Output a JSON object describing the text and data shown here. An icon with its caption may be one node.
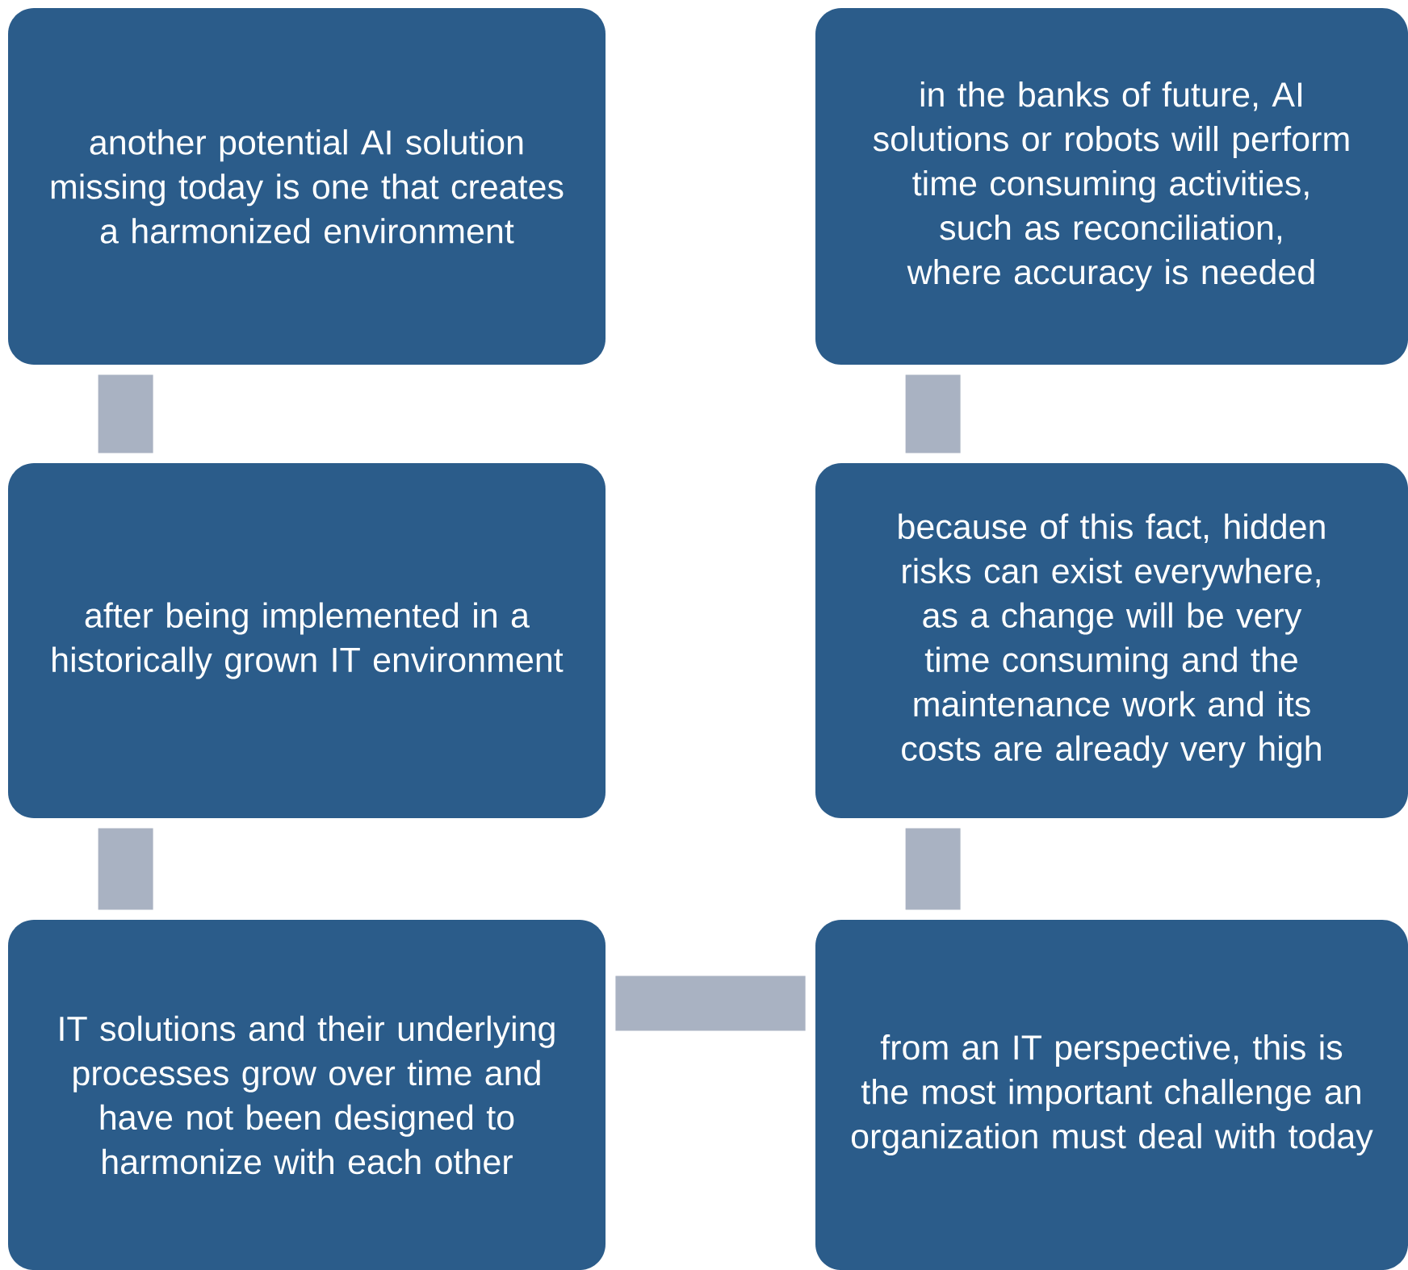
{
  "diagram": {
    "nodes": [
      {
        "text": [
          "another potential AI solution missing today is one that creates a harmonized environment"
        ]
      },
      {
        "text": [
          "in the banks of future, AI solutions or robots will perform time consuming activities, such as reconciliation, where accuracy is needed"
        ]
      },
      {
        "text": [
          "after being implemented in a historically grown IT environment"
        ]
      },
      {
        "text": [
          "because of this fact, hidden risks can exist everywhere, as a change will be very time consuming and the maintenance work and its costs are already very high"
        ]
      },
      {
        "text": [
          "IT solutions and their underlying processes grow over time and have not been designed to harmonize with each other"
        ]
      },
      {
        "text": [
          "from an IT perspective, this is the most important challenge an organization must deal with today"
        ]
      }
    ],
    "edges": [
      {
        "from": 0,
        "to": 2,
        "arrow": "none"
      },
      {
        "from": 2,
        "to": 4,
        "arrow": "none"
      },
      {
        "from": 4,
        "to": 5,
        "arrow": "none"
      },
      {
        "from": 5,
        "to": 3,
        "arrow": "none"
      },
      {
        "from": 3,
        "to": 1,
        "arrow": "none"
      }
    ]
  }
}
